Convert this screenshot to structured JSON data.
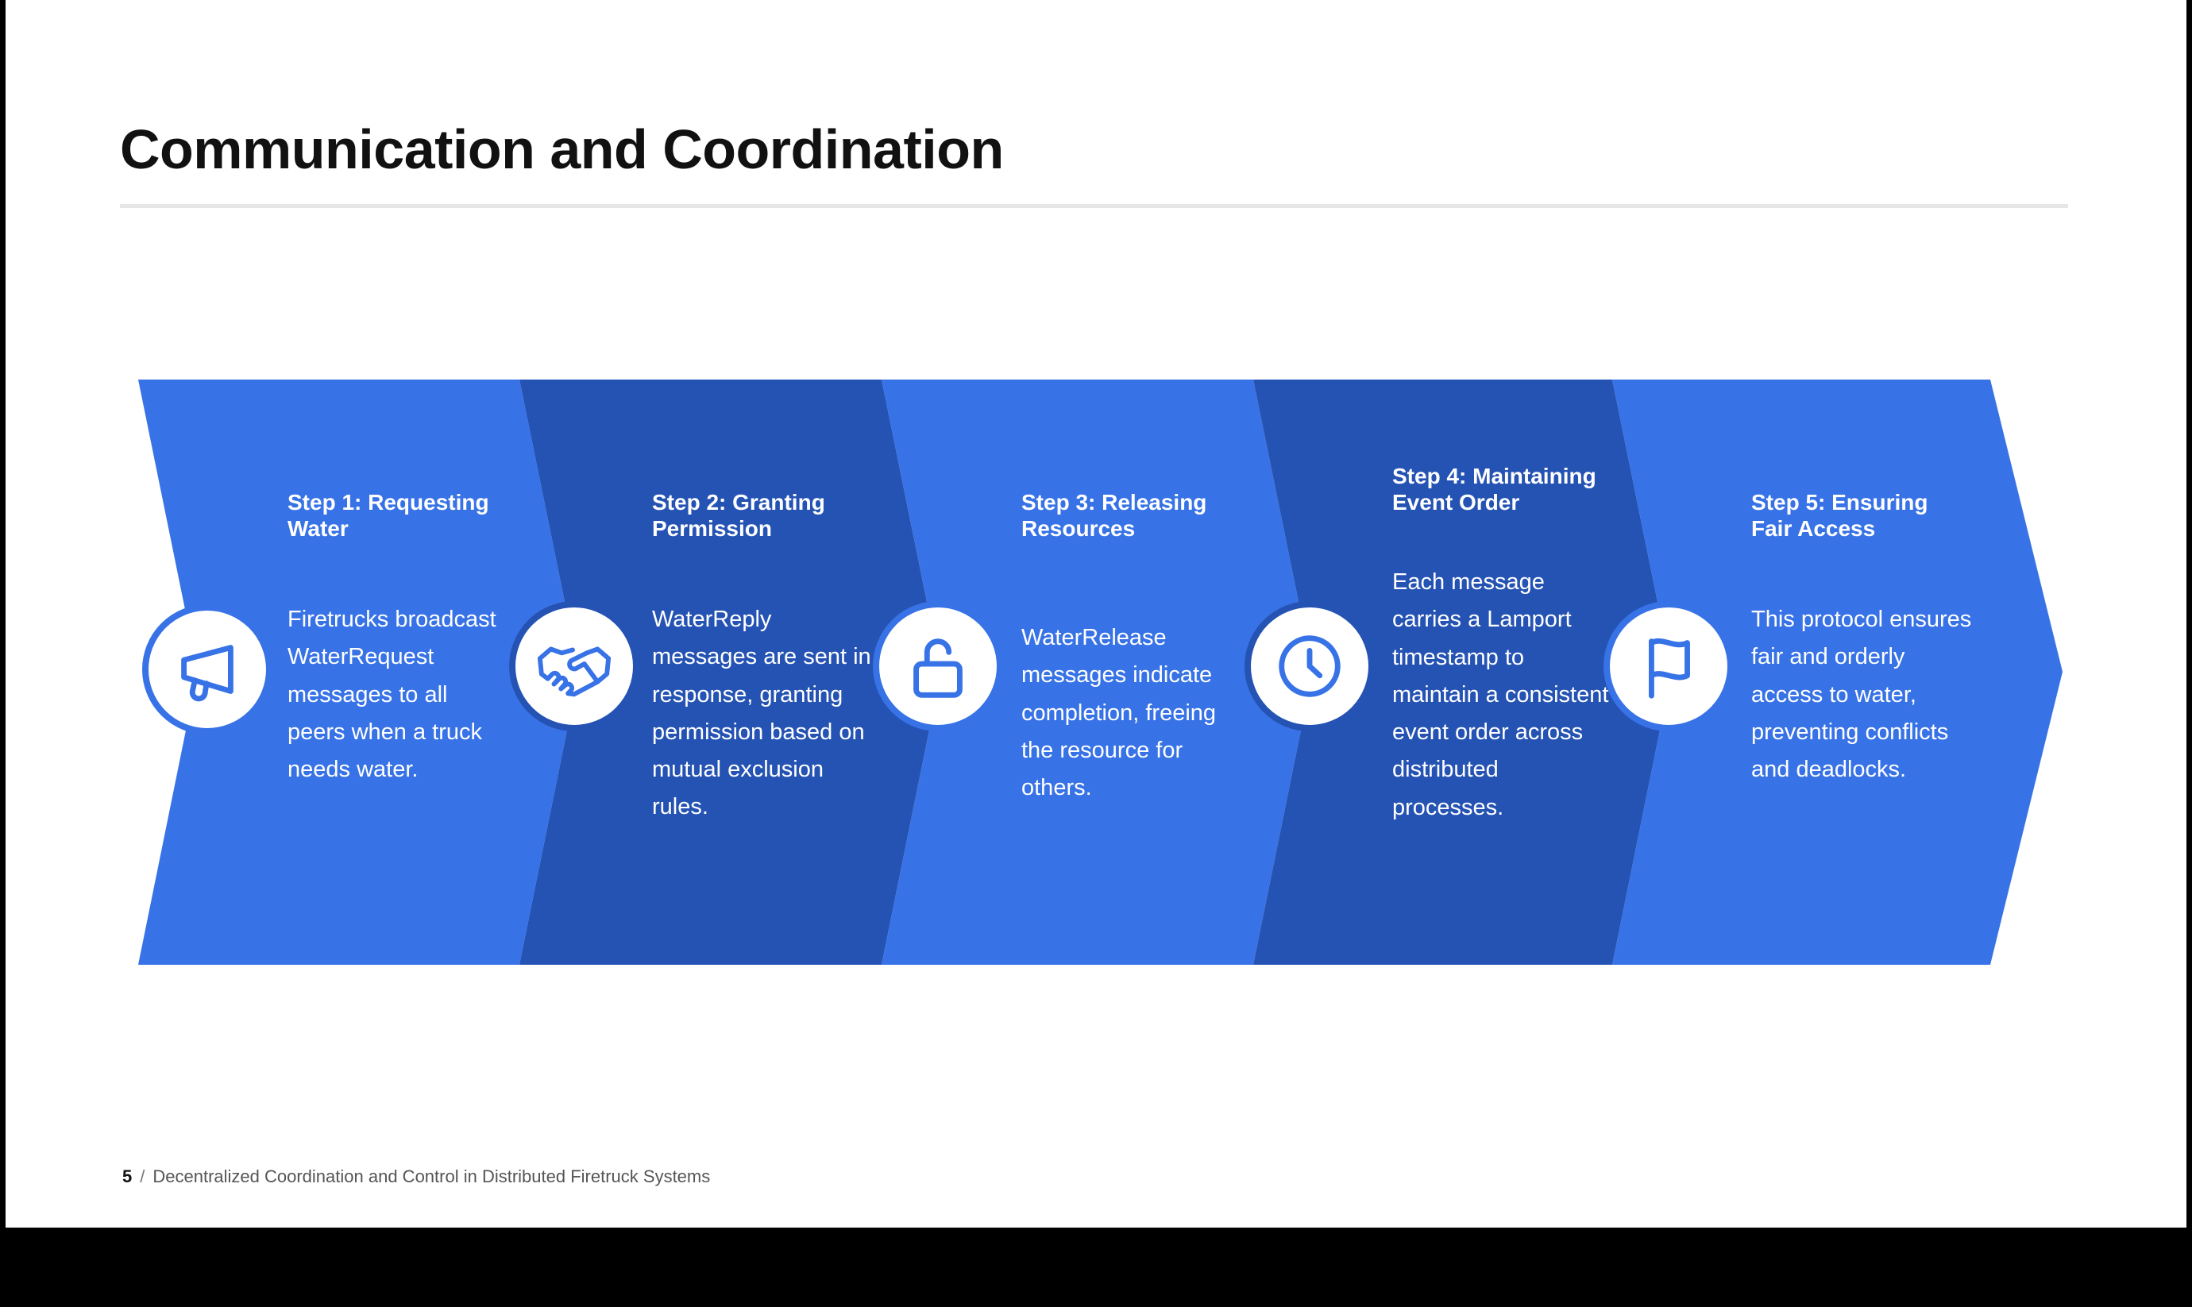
{
  "title": "Communication and Coordination",
  "colors": {
    "light": "#3772e6",
    "dark": "#2553b4",
    "icon": "#3772e6"
  },
  "steps": [
    {
      "title": "Step 1: Requesting Water",
      "description": "Firetrucks broadcast WaterRequest messages to all peers when a truck needs water.",
      "icon": "megaphone-icon"
    },
    {
      "title": "Step 2: Granting Permission",
      "description": "WaterReply messages are sent in response, granting permission based on mutual exclusion rules.",
      "icon": "handshake-icon"
    },
    {
      "title": "Step 3: Releasing Resources",
      "description": "WaterRelease messages indicate completion, freeing the resource for others.",
      "icon": "unlock-icon"
    },
    {
      "title": "Step 4: Maintaining Event Order",
      "description": "Each message carries a Lamport timestamp to maintain a consistent event order across distributed processes.",
      "icon": "clock-icon"
    },
    {
      "title": "Step 5: Ensuring Fair Access",
      "description": "This protocol ensures fair and orderly access to water, preventing conflicts and deadlocks.",
      "icon": "flag-icon"
    }
  ],
  "footer": {
    "page_number": "5",
    "separator": "/",
    "deck_title": "Decentralized Coordination and Control in Distributed Firetruck Systems"
  }
}
